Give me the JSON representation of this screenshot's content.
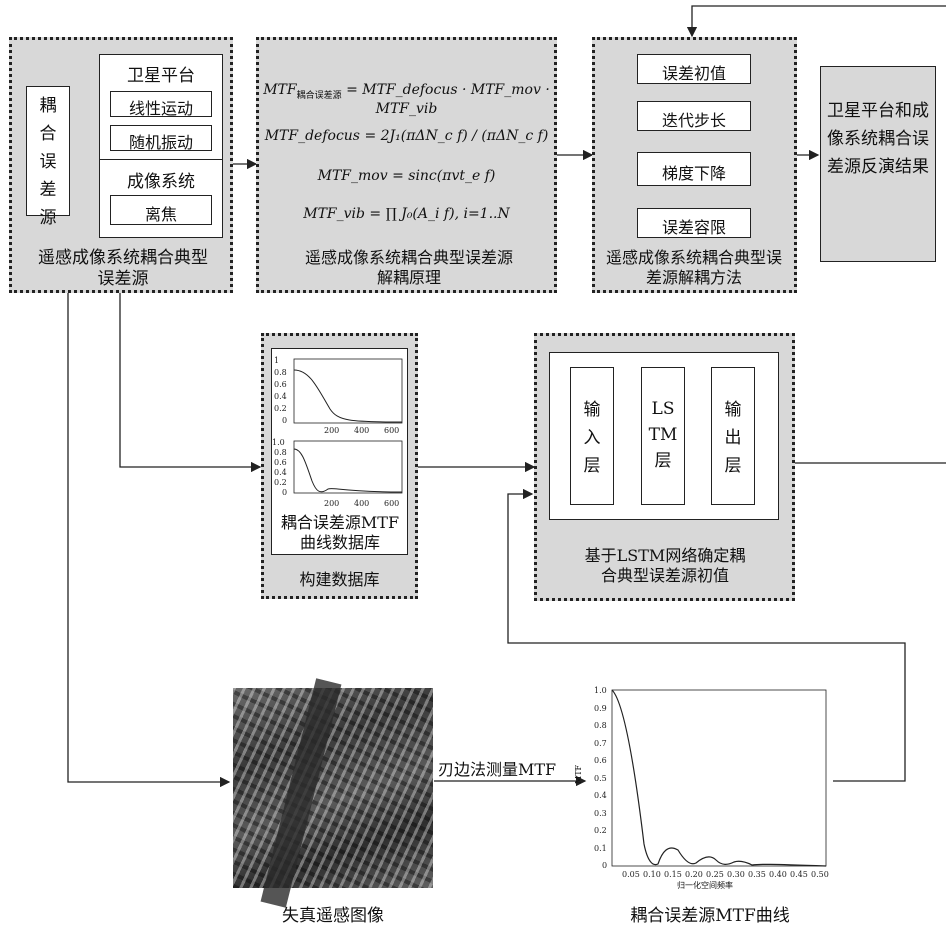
{
  "panel1": {
    "source_label": "耦合误差源",
    "satellite_header": "卫星平台",
    "linear_motion": "线性运动",
    "random_vibration": "随机振动",
    "imaging_header": "成像系统",
    "defocus": "离焦",
    "caption": "遥感成像系统耦合典型误差源"
  },
  "panel2": {
    "f1_lhs": "MTF",
    "f1_sub": "耦合误差源",
    "f1_rhs": "= MTF_defocus · MTF_mov · MTF_vib",
    "f2": "MTF_defocus = 2J₁(πΔN_c f) / (πΔN_c f)",
    "f3": "MTF_mov = sinc(πvt_e f)",
    "f4": "MTF_vib = ∏ J₀(A_i f), i=1..N",
    "caption": "遥感成像系统耦合典型误差源解耦原理"
  },
  "panel3": {
    "steps": [
      "误差初值",
      "迭代步长",
      "梯度下降",
      "误差容限"
    ],
    "caption": "遥感成像系统耦合典型误差源解耦方法"
  },
  "result": {
    "text": "卫星平台和成像系统耦合误差源反演结果"
  },
  "database": {
    "chart1_xticks": [
      "200",
      "400",
      "600"
    ],
    "chart1_yticks": [
      "1",
      "0.8",
      "0.6",
      "0.4",
      "0.2",
      "0"
    ],
    "chart2_xticks": [
      "200",
      "400",
      "600"
    ],
    "chart2_yticks": [
      "1.0",
      "0.8",
      "0.6",
      "0.4",
      "0.2",
      "0"
    ],
    "inner_caption": "耦合误差源MTF曲线数据库",
    "caption": "构建数据库"
  },
  "lstm": {
    "input_layer": "输入层",
    "lstm_layer_top": "LS",
    "lstm_layer_mid": "TM",
    "lstm_layer_bot": "层",
    "output_layer": "输出层",
    "caption": "基于LSTM网络确定耦合典型误差源初值"
  },
  "bottom": {
    "image_caption": "失真遥感图像",
    "edge_label": "刃边法测量MTF",
    "curve_caption": "耦合误差源MTF曲线",
    "ylabel": "MTF",
    "xlabel": "归一化空间频率",
    "yticks": [
      "1.0",
      "0.9",
      "0.8",
      "0.7",
      "0.6",
      "0.5",
      "0.4",
      "0.3",
      "0.2",
      "0.1",
      "0"
    ],
    "xticks": [
      "0.05",
      "0.10",
      "0.15",
      "0.20",
      "0.25",
      "0.30",
      "0.35",
      "0.40",
      "0.45",
      "0.50"
    ]
  }
}
